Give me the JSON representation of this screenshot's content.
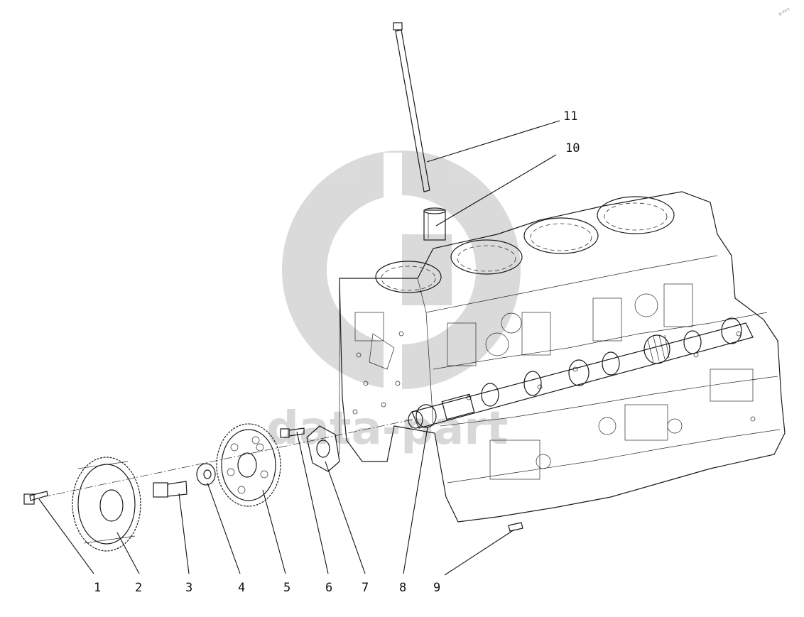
{
  "watermark": {
    "text": "data-part",
    "color": "#cfcfcf"
  },
  "corner_mark": "p-xxx",
  "callouts": [
    {
      "id": "1",
      "label": "1"
    },
    {
      "id": "2",
      "label": "2"
    },
    {
      "id": "3",
      "label": "3"
    },
    {
      "id": "4",
      "label": "4"
    },
    {
      "id": "5",
      "label": "5"
    },
    {
      "id": "6",
      "label": "6"
    },
    {
      "id": "7",
      "label": "7"
    },
    {
      "id": "8",
      "label": "8"
    },
    {
      "id": "9",
      "label": "9"
    },
    {
      "id": "10",
      "label": "10"
    },
    {
      "id": "11",
      "label": "11"
    }
  ]
}
